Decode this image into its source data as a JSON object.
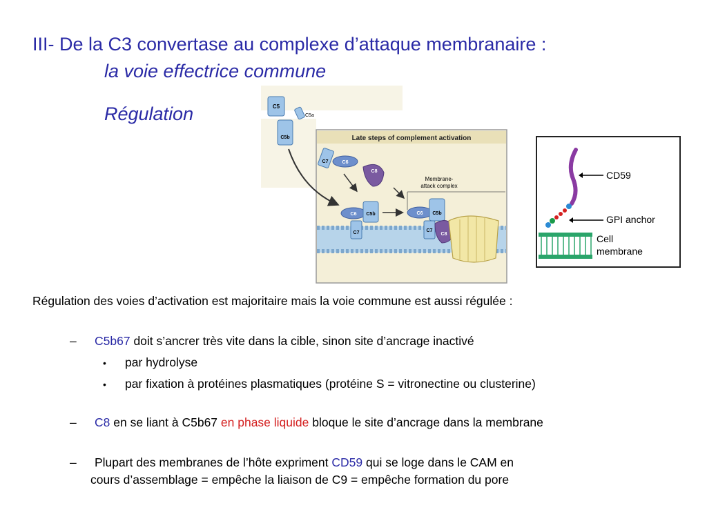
{
  "heading": {
    "line1": "III- De la C3 convertase au complexe d’attaque  membranaire :",
    "line2": "la voie effectrice commune",
    "regulation": "Régulation"
  },
  "diagram": {
    "header": "Late steps of complement activation",
    "labels": {
      "c5": "C5",
      "c5a": "C5a",
      "c5b": "C5b",
      "c7": "C7",
      "c6": "C6",
      "c8": "C8",
      "mac": "Membrane-",
      "mac2": "attack complex"
    }
  },
  "cd59_figure": {
    "cd59": "CD59",
    "gpi": "GPI anchor",
    "cell": "Cell",
    "membrane": "membrane"
  },
  "body": {
    "intro": "Régulation des voies d’activation est majoritaire mais la voie commune est aussi régulée :",
    "item1": {
      "dash": "–",
      "highlight": "C5b67",
      "rest": " doit s’ancrer très vite dans la cible, sinon site d’ancrage inactivé",
      "sub1": "par hydrolyse",
      "sub2": "par fixation à protéines plasmatiques (protéine S = vitronectine ou clusterine)",
      "bullet": "•"
    },
    "item2": {
      "dash": "–",
      "highlight": "C8",
      "middle": " en se liant à C5b67 ",
      "red": "en phase liquide",
      "rest": " bloque le site d’ancrage dans la membrane"
    },
    "item3": {
      "dash": "–",
      "pre": "Plupart des membranes de l’hôte expriment ",
      "highlight": "CD59",
      "rest": " qui se loge dans le CAM en",
      "line2": "cours d’assemblage = empêche la liaison de C9 = empêche formation du pore"
    }
  }
}
